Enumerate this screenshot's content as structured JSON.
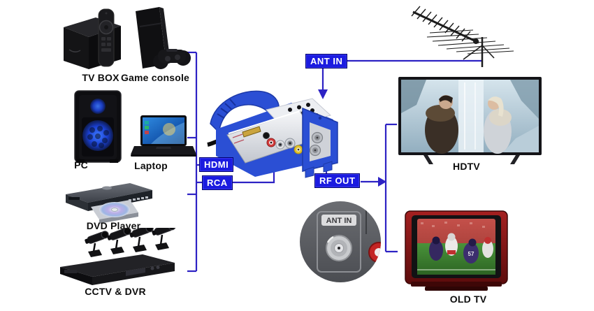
{
  "diagram": {
    "colors": {
      "line": "#2d22c4",
      "tag_bg": "#1b1be0",
      "tag_text": "#ffffff",
      "old_tv_case": "#8a1414",
      "modulator_body": "#2b4fd4"
    },
    "sources": [
      {
        "id": "tv-box",
        "label": "TV BOX"
      },
      {
        "id": "game-console",
        "label": "Game console"
      },
      {
        "id": "pc",
        "label": "PC"
      },
      {
        "id": "laptop",
        "label": "Laptop"
      },
      {
        "id": "dvd-player",
        "label": "DVD Player"
      },
      {
        "id": "cctv-dvr",
        "label": "CCTV & DVR"
      }
    ],
    "tags": {
      "hdmi": "HDMI",
      "rca": "RCA",
      "ant_in": "ANT IN",
      "rf_out": "RF OUT"
    },
    "outputs": [
      {
        "id": "hdtv",
        "label": "HDTV"
      },
      {
        "id": "old-tv",
        "label": "OLD TV"
      }
    ],
    "inset": {
      "port_label": "ANT IN"
    },
    "old_tv_screen": {
      "jersey_number": "57"
    }
  }
}
